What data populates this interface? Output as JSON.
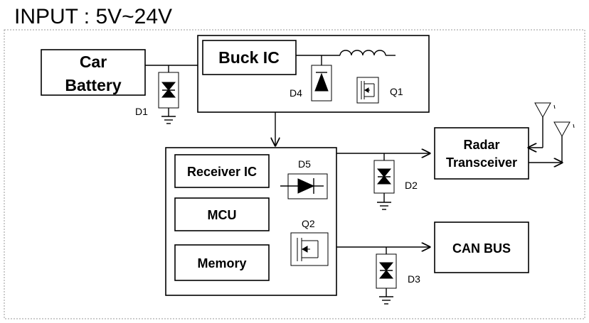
{
  "header": {
    "input_label": "INPUT : 5V~24V"
  },
  "blocks": {
    "car_battery": [
      "Car",
      "Battery"
    ],
    "buck_ic": "Buck IC",
    "receiver_ic": "Receiver IC",
    "mcu": "MCU",
    "memory": "Memory",
    "radar_transceiver": [
      "Radar",
      "Transceiver"
    ],
    "can_bus": "CAN BUS"
  },
  "components": {
    "d1": "D1",
    "d2": "D2",
    "d3": "D3",
    "d4": "D4",
    "d5": "D5",
    "q1": "Q1",
    "q2": "Q2"
  }
}
